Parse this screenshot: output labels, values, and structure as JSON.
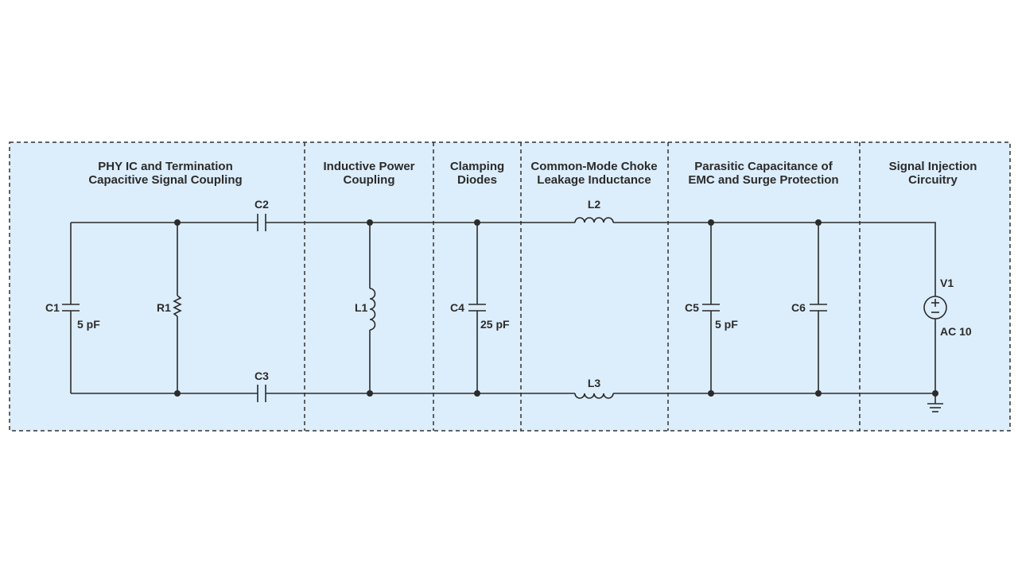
{
  "sections": [
    {
      "line1": "PHY IC and Termination",
      "line2": "Capacitive Signal Coupling"
    },
    {
      "line1": "Inductive Power",
      "line2": "Coupling"
    },
    {
      "line1": "Clamping",
      "line2": "Diodes"
    },
    {
      "line1": "Common-Mode Choke",
      "line2": "Leakage Inductance"
    },
    {
      "line1": "Parasitic Capacitance of",
      "line2": "EMC and Surge Protection"
    },
    {
      "line1": "Signal Injection",
      "line2": "Circuitry"
    }
  ],
  "components": {
    "c1": {
      "name": "C1",
      "value": "5 pF"
    },
    "r1": {
      "name": "R1"
    },
    "c2": {
      "name": "C2"
    },
    "c3": {
      "name": "C3"
    },
    "l1": {
      "name": "L1"
    },
    "c4": {
      "name": "C4",
      "value": "25 pF"
    },
    "l2": {
      "name": "L2"
    },
    "l3": {
      "name": "L3"
    },
    "c5": {
      "name": "C5",
      "value": "5 pF"
    },
    "c6": {
      "name": "C6"
    },
    "v1": {
      "name": "V1",
      "value": "AC 10"
    }
  },
  "colors": {
    "panel_fill": "#dcedfb",
    "line": "#2b2b2b",
    "border": "#333333"
  }
}
